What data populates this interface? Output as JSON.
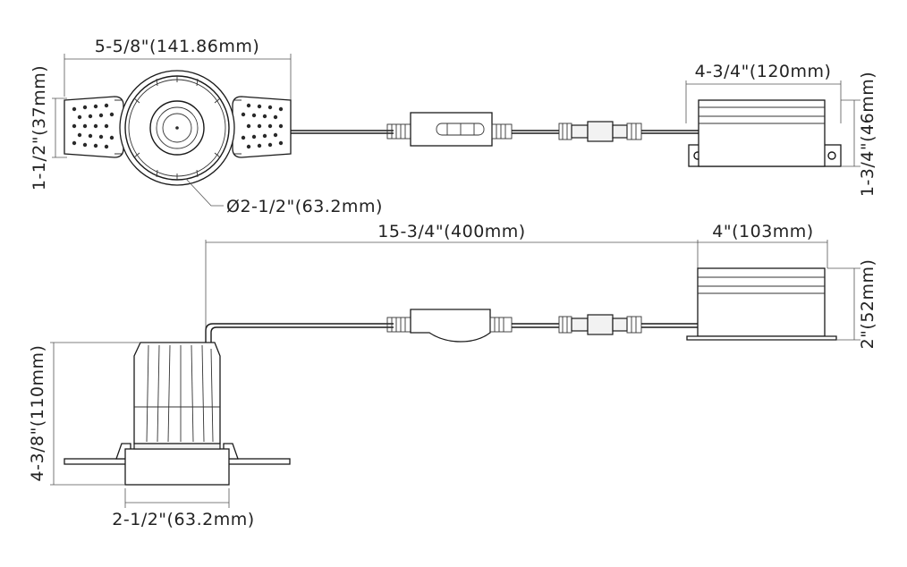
{
  "dimensions": {
    "top_width": "5-5/8\"(141.86mm)",
    "top_height": "1-1/2\"(37mm)",
    "top_diameter": "Ø2-1/2\"(63.2mm)",
    "driver_top_width": "4-3/4\"(120mm)",
    "driver_top_height": "1-3/4\"(46mm)",
    "cable_length": "15-3/4\"(400mm)",
    "driver_side_width": "4\"(103mm)",
    "driver_side_height": "2\"(52mm)",
    "fixture_height": "4-3/8\"(110mm)",
    "fixture_width": "2-1/2\"(63.2mm)"
  },
  "colors": {
    "line": "#1a1a1a",
    "dimension": "#555555",
    "text": "#222222"
  }
}
